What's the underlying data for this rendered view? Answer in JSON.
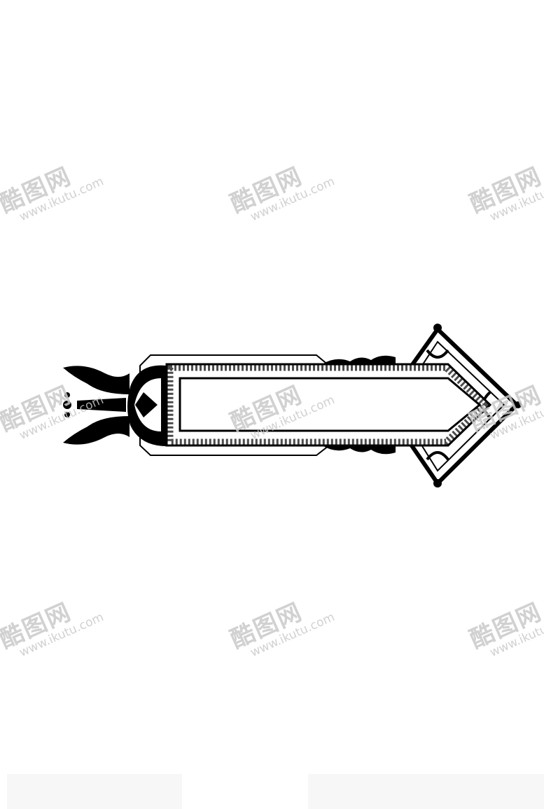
{
  "image": {
    "subject": "ornamental-arrow-banner",
    "ink_color": "#000000",
    "background_color": "#ffffff",
    "banner_text": ""
  },
  "watermark": {
    "brand": "酷图网",
    "url": "www.ikutu.com",
    "color": "#c9c9c9"
  }
}
